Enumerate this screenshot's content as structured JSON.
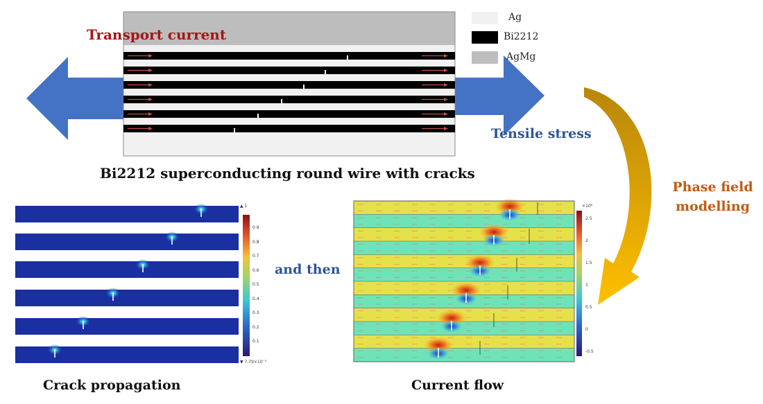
{
  "title": "Bi2212 superconducting round wire with cracks",
  "labels": {
    "transport_current": "Transport current",
    "tensile_stress": "Tensile stress",
    "phase_field_line1": "Phase field",
    "phase_field_line2": "modelling",
    "and_then": "and then",
    "crack_propagation": "Crack propagation",
    "current_flow": "Current flow"
  },
  "legend": [
    {
      "label": "Ag",
      "color": "#f1f1f1"
    },
    {
      "label": "Bi2212",
      "color": "#000000"
    },
    {
      "label": "AgMg",
      "color": "#bdbdbd"
    }
  ],
  "colors": {
    "transport_current_text": "#a31515",
    "blue_text": "#2e5597",
    "orange_text": "#c55a11",
    "big_arrow": "#4472c4",
    "current_arrow": "#c0504d",
    "curved_arrow": "#e8a918"
  },
  "crack_colorbar": {
    "top_label": "▲ 1",
    "ticks": [
      "0.9",
      "0.8",
      "0.7",
      "0.6",
      "0.5",
      "0.4",
      "0.3",
      "0.2",
      "0.1"
    ],
    "bottom_label": "▼ 7.79×10⁻⁵"
  },
  "current_colorbar": {
    "top_label": "×10⁸",
    "ticks": [
      "2.5",
      "2",
      "1.5",
      "1",
      "0.5",
      "0",
      "-0.5"
    ]
  }
}
